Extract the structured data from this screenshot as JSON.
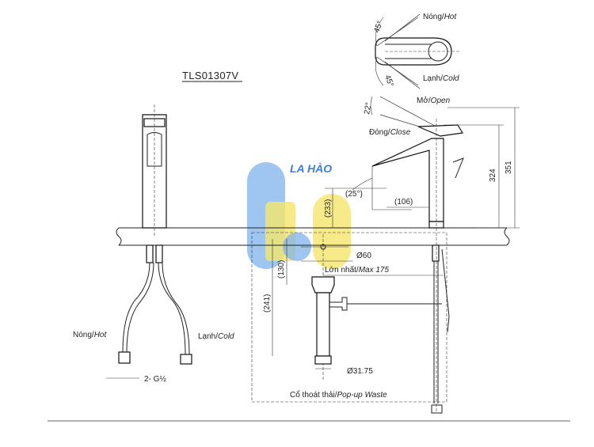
{
  "model": "TLS01307V",
  "watermark": "LA HÀO",
  "colors": {
    "line": "#222222",
    "wm_blue": "#7fb2ec",
    "wm_yellow": "#f4e66a",
    "wm_text": "#3b7fd6"
  },
  "labels": {
    "hot_top": {
      "vi": "Nóng/",
      "en": "Hot"
    },
    "cold_top": {
      "vi": "Lạnh/",
      "en": "Cold"
    },
    "angle_top": "45°",
    "angle_bottom": "45°",
    "open": {
      "vi": "Mở/",
      "en": "Open"
    },
    "close": {
      "vi": "Đóng/",
      "en": "Close"
    },
    "angle_lever": "22°",
    "dim_324": "324",
    "dim_351": "351",
    "dim_233": "(233)",
    "angle_spout": "(25°)",
    "dim_106": "(106)",
    "dim_60": "Ø60",
    "max_reach": {
      "vi": "Lớn nhất/",
      "en": "Max 175"
    },
    "dim_130": "(130)",
    "dim_241": "(241)",
    "dim_3175": "Ø31.75",
    "popup": {
      "vi": "Cổ thoát thải/",
      "en": "Pop-up Waste"
    },
    "hot_left": {
      "vi": "Nóng/",
      "en": "Hot"
    },
    "cold_left": {
      "vi": "Lạnh/",
      "en": "Cold"
    },
    "thread": "2- G½"
  }
}
